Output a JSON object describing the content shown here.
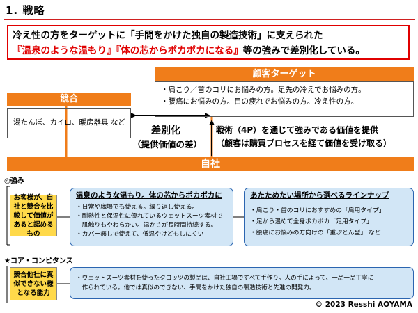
{
  "title": "1. 戦略",
  "intro": {
    "line1": "冷え性の方をターゲットに「手間をかけた独自の製造技術」に支えられた",
    "line2_highlight": "『温泉のような温もり』『体の芯からポカポカになる』",
    "line2_rest": "等の強みで差別化している。"
  },
  "target": {
    "header": "顧客ターゲット",
    "items": [
      "・肩こり／首のコリにお悩みの方。足先の冷えでお悩みの方。",
      "・腰痛にお悩みの方。目の疲れでお悩みの方。冷え性の方。"
    ]
  },
  "competition": {
    "header": "競合",
    "items": "湯たんぽ、カイロ、暖房器具 など"
  },
  "differentiation": {
    "line1": "差別化",
    "line2": "（提供価値の差）"
  },
  "strategy": {
    "line1": "戦術（4P）を通じて強みである価値を提供",
    "line2": "（顧客は購買プロセスを経て価値を受け取る）"
  },
  "self": {
    "header": "自社"
  },
  "strengths": {
    "label": "◎強み",
    "note": "お客様が、自社と競合を比較して価値があると認めるもの",
    "box1": {
      "title": "温泉のような温もり。体の芯からポカポカに",
      "items": [
        "・日常や職場でも使える。繰り返し使える。",
        "・耐熱性と保温性に優れているウェットスーツ素材で",
        "　肌触りもやわらかい。温かさが長時間持続する。",
        "・カバー無しで使えて、低温やけどもしにくい"
      ]
    },
    "box2": {
      "title": "あたためたい場所から選べるラインナップ",
      "items": [
        "・肩こり・首のコリにおすすめの「肩用タイプ」",
        "・足から温めて全身ポカポカ「足用タイプ」",
        "・腰痛にお悩みの方向けの「重ぷとん型」 など"
      ]
    }
  },
  "core": {
    "label": "★コア・コンピタンス",
    "note": "競合他社に真似できない様となる能力",
    "items": [
      "・ウェットスーツ素材を使ったクロッツの製品は、自社工場ですべて手作り。人の手によって、一品一品丁寧に",
      "　作られている。他では真似のできない、手間をかけた独自の製造技術と先進の開発力。"
    ]
  },
  "footer": "© 2023 Resshi AOYAMA",
  "colors": {
    "orange": "#f07d1a",
    "red": "#e00000",
    "blue_fill": "#d2e6f6",
    "blue_border": "#2b65b0",
    "yellow": "#ffd94a"
  }
}
